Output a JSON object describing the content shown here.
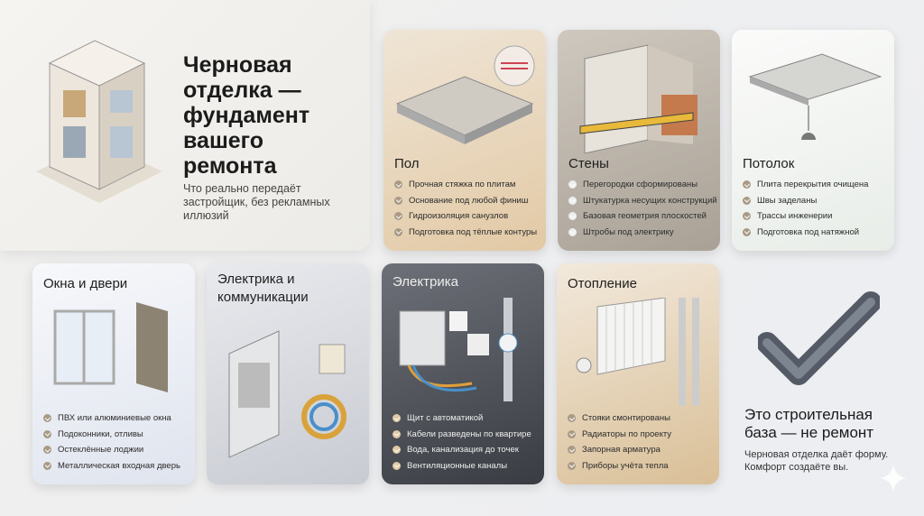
{
  "hero": {
    "title": "Черновая отделка — фундамент вашего ремонта",
    "subtitle": "Что реально передаёт застройщик, без рекламных иллюзий"
  },
  "cards": [
    {
      "title": "Пол",
      "items": [
        "Прочная стяжка по плитам",
        "Основание под любой финиш",
        "Гидроизоляция санузлов",
        "Подготовка под тёплые контуры"
      ]
    },
    {
      "title": "Стены",
      "items": [
        "Перегородки сформированы",
        "Штукатурка несущих конструкций",
        "Базовая геометрия плоскостей",
        "Штробы под электрику"
      ]
    },
    {
      "title": "Потолок",
      "items": [
        "Плита перекрытия очищена",
        "Швы заделаны",
        "Трассы инженерии",
        "Подготовка под натяжной"
      ]
    },
    {
      "title": "Окна и двери",
      "items": [
        "ПВХ или алюминиевые окна",
        "Подоконники, отливы",
        "Остеклённые лоджии",
        "Металлическая входная дверь"
      ]
    },
    {
      "title": "Электрика и коммуникации",
      "items": []
    },
    {
      "title": "Электрика",
      "items": [
        "Щит с автоматикой",
        "Кабели разведены по квартире",
        "Вода, канализация до точек",
        "Вентиляционные каналы"
      ]
    },
    {
      "title": "Отопление",
      "items": [
        "Стояки смонтированы",
        "Радиаторы по проекту",
        "Запорная арматура",
        "Приборы учёта тепла"
      ]
    }
  ],
  "final": {
    "title": "Это строительная база — не ремонт",
    "text": "Черновая отделка даёт форму. Комфорт создаёте вы."
  },
  "icons": {
    "check": "check-circle-icon",
    "big": "checkmark-icon",
    "sparkle": "sparkle-icon"
  }
}
